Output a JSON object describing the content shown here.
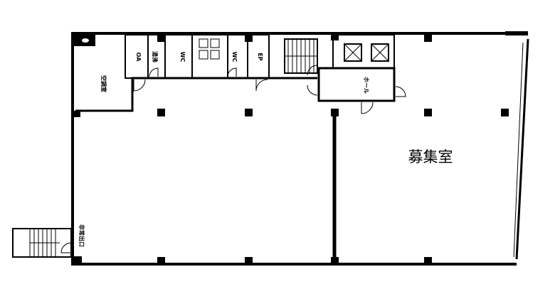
{
  "plan": {
    "main_room_label": "募集室",
    "rooms": {
      "oa": "OA",
      "kitchenette": "湯沸",
      "wc1": "WC",
      "wc2": "WC",
      "ep": "EP",
      "hall": "ホール",
      "aircon_room": "空調室",
      "emergency_exit": "非常出口"
    }
  }
}
